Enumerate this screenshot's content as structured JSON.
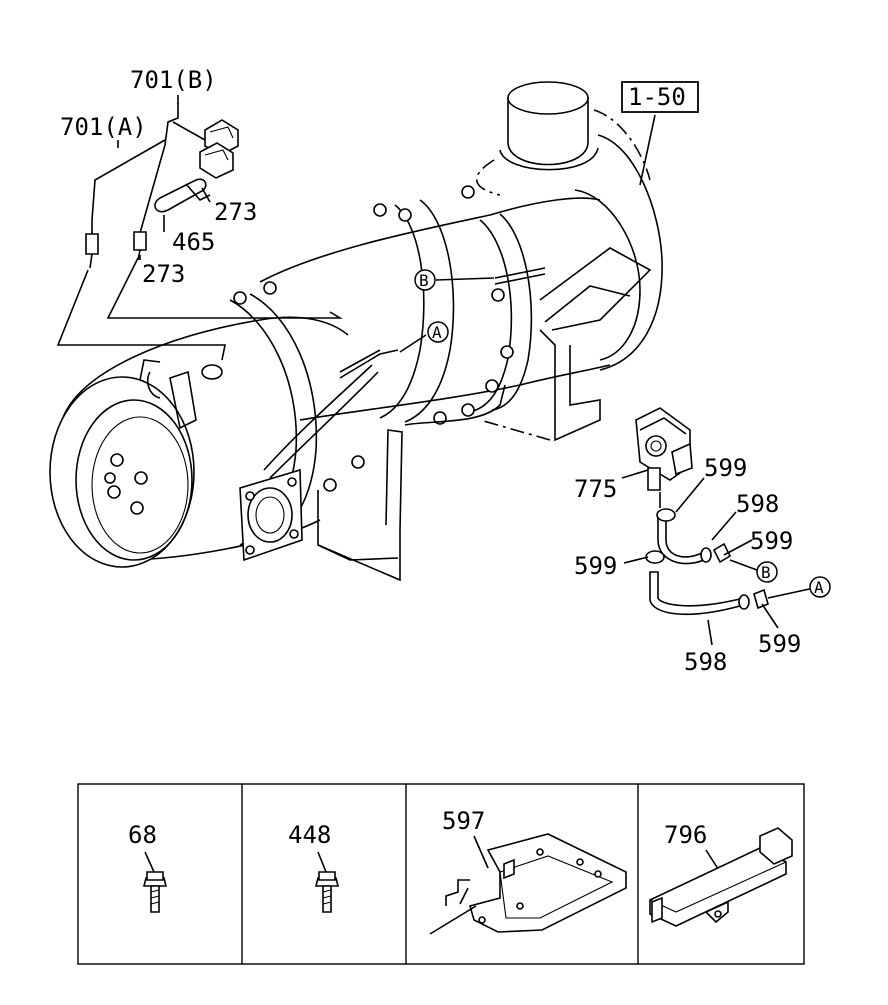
{
  "callouts": {
    "c701b": "701(B)",
    "c701a": "701(A)",
    "c273_top": "273",
    "c465": "465",
    "c273_bottom": "273",
    "c775": "775",
    "c599_1": "599",
    "c598_top": "598",
    "c599_2": "599",
    "c599_3": "599",
    "c599_4": "599",
    "c598_bottom": "598",
    "ref_box": "1-50"
  },
  "markers": {
    "a_main": "A",
    "b_main": "B",
    "a_hose": "A",
    "b_hose": "B"
  },
  "table": {
    "cells": [
      {
        "label": "68"
      },
      {
        "label": "448"
      },
      {
        "label": "597"
      },
      {
        "label": "796"
      }
    ]
  }
}
